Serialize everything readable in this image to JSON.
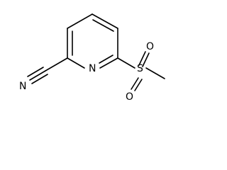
{
  "atoms": {
    "nitrile_n": "N",
    "ring_n": "N",
    "sulfur": "S",
    "oxygen_top": "O",
    "oxygen_bottom": "O"
  },
  "colors": {
    "bond": "#000000",
    "label": "#000000",
    "background": "#ffffff"
  }
}
